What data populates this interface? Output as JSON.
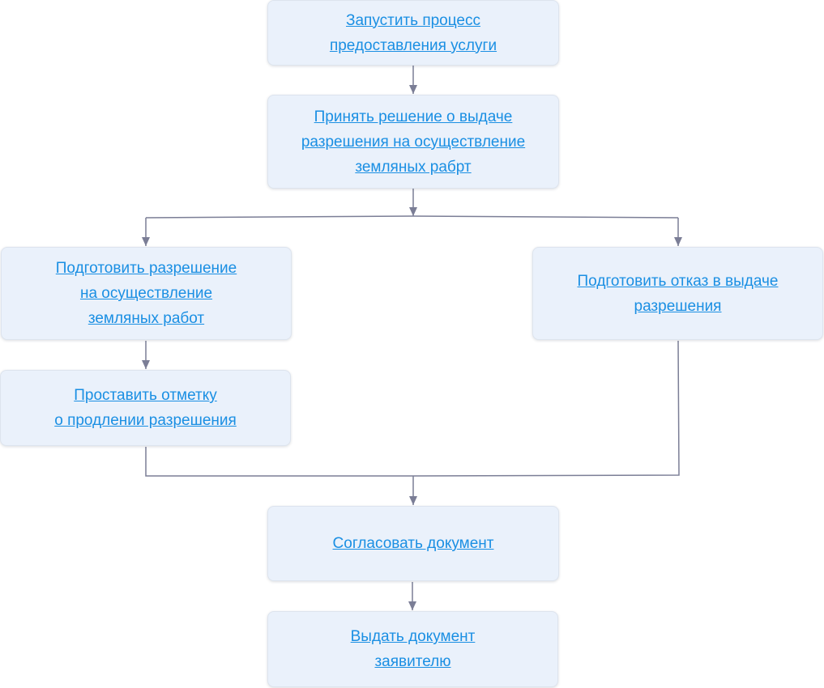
{
  "diagram": {
    "nodes": [
      {
        "id": "start",
        "lines": [
          "Запустить процесс",
          "предоставления услуги"
        ]
      },
      {
        "id": "decide",
        "lines": [
          "Принять решение о выдаче",
          "разрешения на осуществление",
          "земляных рабрт"
        ]
      },
      {
        "id": "prepare",
        "lines": [
          "Подготовить разрешение",
          "на осуществление",
          "земляных работ"
        ]
      },
      {
        "id": "refuse",
        "lines": [
          "Подготовить отказ в выдаче",
          "разрешения"
        ]
      },
      {
        "id": "mark",
        "lines": [
          "Проставить отметку",
          "о продлении разрешения"
        ]
      },
      {
        "id": "approve",
        "lines": [
          "Согласовать документ"
        ]
      },
      {
        "id": "issue",
        "lines": [
          "Выдать документ",
          "заявителю"
        ]
      }
    ],
    "edges": [
      {
        "from": "start",
        "to": "decide"
      },
      {
        "from": "decide",
        "to": "prepare"
      },
      {
        "from": "decide",
        "to": "refuse"
      },
      {
        "from": "prepare",
        "to": "mark"
      },
      {
        "from": "mark",
        "to": "approve"
      },
      {
        "from": "refuse",
        "to": "approve"
      },
      {
        "from": "approve",
        "to": "issue"
      }
    ],
    "colors": {
      "node_fill": "#eaf1fb",
      "link_text": "#1a8fe3",
      "connector": "#7b7e96"
    }
  }
}
